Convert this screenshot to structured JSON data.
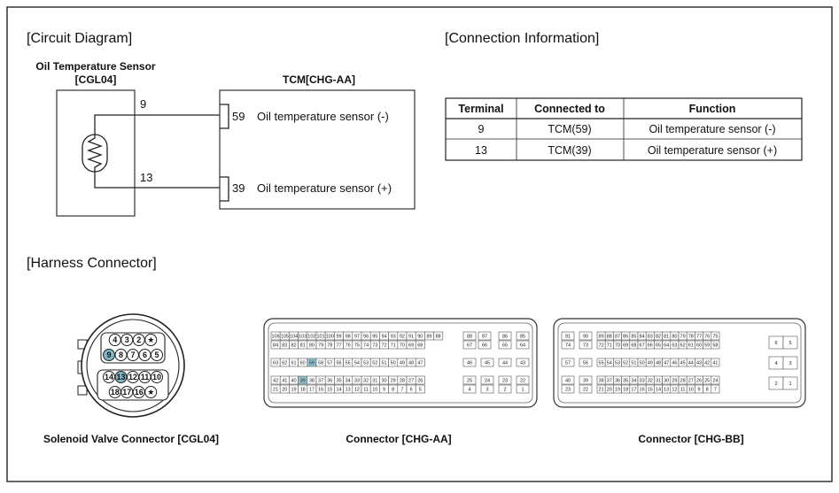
{
  "circuit": {
    "section_title": "[Circuit Diagram]",
    "sensor_title_line1": "Oil Temperature Sensor",
    "sensor_title_line2": "[CGL04]",
    "tcm_title": "TCM[CHG-AA]",
    "sensor_pin_top": "9",
    "sensor_pin_bottom": "13",
    "tcm_pins": [
      {
        "pin": "59",
        "label": "Oil temperature sensor (-)"
      },
      {
        "pin": "39",
        "label": "Oil temperature sensor (+)"
      }
    ]
  },
  "connection": {
    "section_title": "[Connection Information]",
    "headers": [
      "Terminal",
      "Connected to",
      "Function"
    ],
    "rows": [
      [
        "9",
        "TCM(59)",
        "Oil temperature sensor (-)"
      ],
      [
        "13",
        "TCM(39)",
        "Oil temperature sensor (+)"
      ]
    ]
  },
  "harness": {
    "section_title": "[Harness Connector]",
    "solenoid_caption": "Solenoid Valve Connector [CGL04]",
    "aa_caption": "Connector [CHG-AA]",
    "bb_caption": "Connector [CHG-BB]",
    "solenoid_rows": [
      [
        "4",
        "3",
        "2",
        "★"
      ],
      [
        "9",
        "8",
        "7",
        "6",
        "5"
      ],
      [
        "14",
        "13",
        "12",
        "11",
        "10"
      ],
      [
        "18",
        "17",
        "16",
        "★"
      ]
    ],
    "solenoid_highlight": [
      "9",
      "13"
    ],
    "aa_highlight": [
      "59",
      "39"
    ],
    "highlight_color": "#8fc3cf"
  }
}
